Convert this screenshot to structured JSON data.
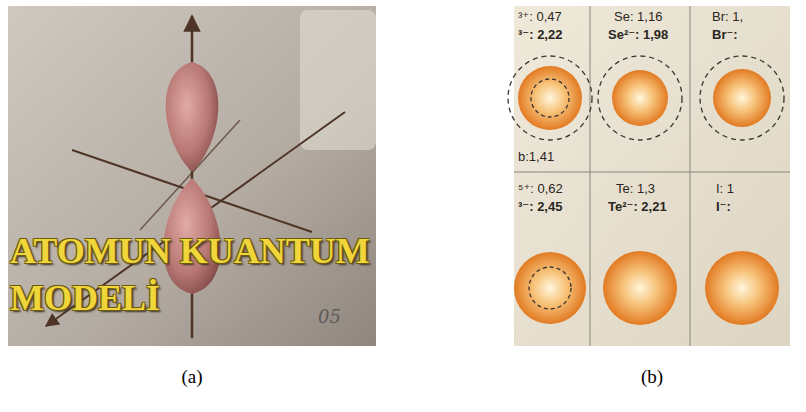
{
  "diagram": {
    "labels": [
      "ATOMUN KUANTUM MODELİ",
      "05",
      "³⁺: 0,47",
      "³⁻: 2,22",
      "Se: 1,16",
      "Se²⁻: 1,98",
      "Br: 1,",
      "Br⁻:",
      "b:1,41",
      "⁵⁺: 0,62",
      "³⁻: 2,45",
      "Te: 1,3",
      "Te²⁻: 2,21",
      "I: 1",
      "I⁻:",
      "(a)",
      "(b)"
    ]
  }
}
